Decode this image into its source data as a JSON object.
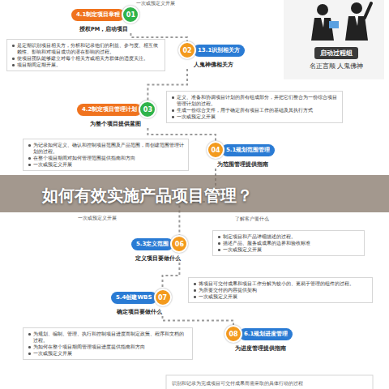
{
  "diagram": {
    "title": "如何有效实施产品项目管理？",
    "nodes": [
      {
        "text": [
          "01",
          "4.1制定项目章程",
          "授权PM，启动项目"
        ]
      },
      {
        "text": [
          "是定期识别项目相关方，分析和记录他们的利益、参与度、相互依赖性、影响和对项目成功的潜在影响的过程。",
          "使项目团队能够建立对每个相关方或相关方群体的适度关注。",
          "项目期间定期开展。"
        ]
      },
      {
        "text": [
          "02",
          "13.1识别相关方",
          "人鬼神佛相关方"
        ]
      },
      {
        "text": [
          "启动过程组",
          "名正言顺 人鬼佛神"
        ]
      },
      {
        "text": [
          "定义、准备和协调项目计划的所有组成部分，并把它们整合为一份综合项目管理计划的过程。",
          "生成一份综合文件，用于确定所有项目工作的基础及其执行方式",
          "一次或预定义开展"
        ]
      },
      {
        "text": [
          "03",
          "4.2制定项目管理计划",
          "为整个项目提供蓝图"
        ]
      },
      {
        "text": [
          "为记录如何定义、确认和控制项目范围及产品范围，而创建范围管理计划的过程。",
          "在整个项目期间对如何管理范围提供指南和方向",
          "一次或预定义开展"
        ]
      },
      {
        "text": [
          "04",
          "5.1规划范围管理",
          "为范围管理提供指南"
        ]
      },
      {
        "text": [
          "06",
          "5.3定义范围",
          "定义项目要做什么"
        ]
      },
      {
        "text": [
          "制定项目和产品详细描述的过程。",
          "描述产品、服务或成果的边界和验收标准",
          "一次或预定义开展"
        ]
      },
      {
        "text": [
          "07",
          "5.4创建WBS",
          "确定项目要做什么"
        ]
      },
      {
        "text": [
          "将项目可交付成果和项目工作分解为较小的、更易于管理的组件的过程。",
          "为所要交付的内容提供架构",
          "一次或预定义开展"
        ]
      },
      {
        "text": [
          "08",
          "6.1规划进度管理",
          "为进度管理提供指南"
        ]
      },
      {
        "text": [
          "为规划、编制、管理、执行和控制项目进度而制定政策、程序和文档的过程。",
          "为如何在整个项目期间管理项目进度提供指南和方向",
          "一次或预定义开展"
        ]
      }
    ],
    "edges": [
      {
        "from": 0,
        "to": 2,
        "arrow": "none"
      },
      {
        "from": 2,
        "to": 5,
        "arrow": "none"
      },
      {
        "from": 5,
        "to": 7,
        "arrow": "none"
      },
      {
        "from": 7,
        "to": 8,
        "arrow": "none"
      },
      {
        "from": 8,
        "to": 10,
        "arrow": "none"
      },
      {
        "from": 10,
        "to": 12,
        "arrow": "none"
      }
    ],
    "labels": [
      "一次或预定义开展",
      "一次或预定义开展",
      "了解客户要什么",
      "识别和记录为完成项目可交付成果而需采取的具体行动的过程"
    ]
  }
}
